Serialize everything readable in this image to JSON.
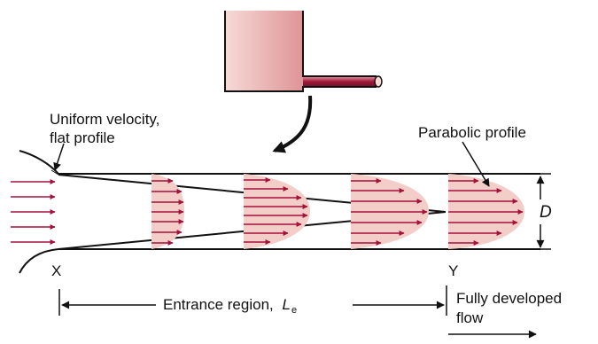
{
  "labels": {
    "uniform_line1": "Uniform velocity,",
    "uniform_line2": "flat profile",
    "parabolic": "Parabolic profile",
    "diameter": "D",
    "point_x": "X",
    "point_y": "Y",
    "entrance_text": "Entrance region,",
    "entrance_symbol": "L",
    "entrance_subscript": "e",
    "fully_line1": "Fully developed",
    "fully_line2": "flow"
  },
  "colors": {
    "arrow": "#a3123a",
    "profile_fill": "#f3cdc8",
    "tank_light": "#f6dad6",
    "tank_dark": "#c9525a",
    "outline": "#111111"
  }
}
